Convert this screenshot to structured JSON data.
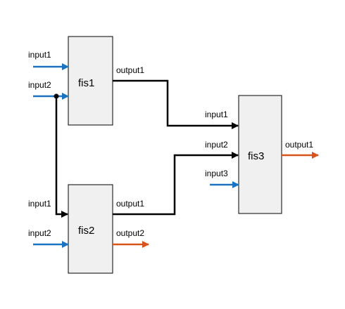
{
  "colors": {
    "input_arrow": "#1a72c0",
    "output_arrow": "#d9541c",
    "wire": "#000000",
    "block_fill": "#f0f0f0"
  },
  "blocks": {
    "fis1": {
      "name": "fis1",
      "inputs": [
        "input1",
        "input2"
      ],
      "outputs": [
        "output1"
      ]
    },
    "fis2": {
      "name": "fis2",
      "inputs": [
        "input1",
        "input2"
      ],
      "outputs": [
        "output1",
        "output2"
      ]
    },
    "fis3": {
      "name": "fis3",
      "inputs": [
        "input1",
        "input2",
        "input3"
      ],
      "outputs": [
        "output1"
      ]
    }
  }
}
